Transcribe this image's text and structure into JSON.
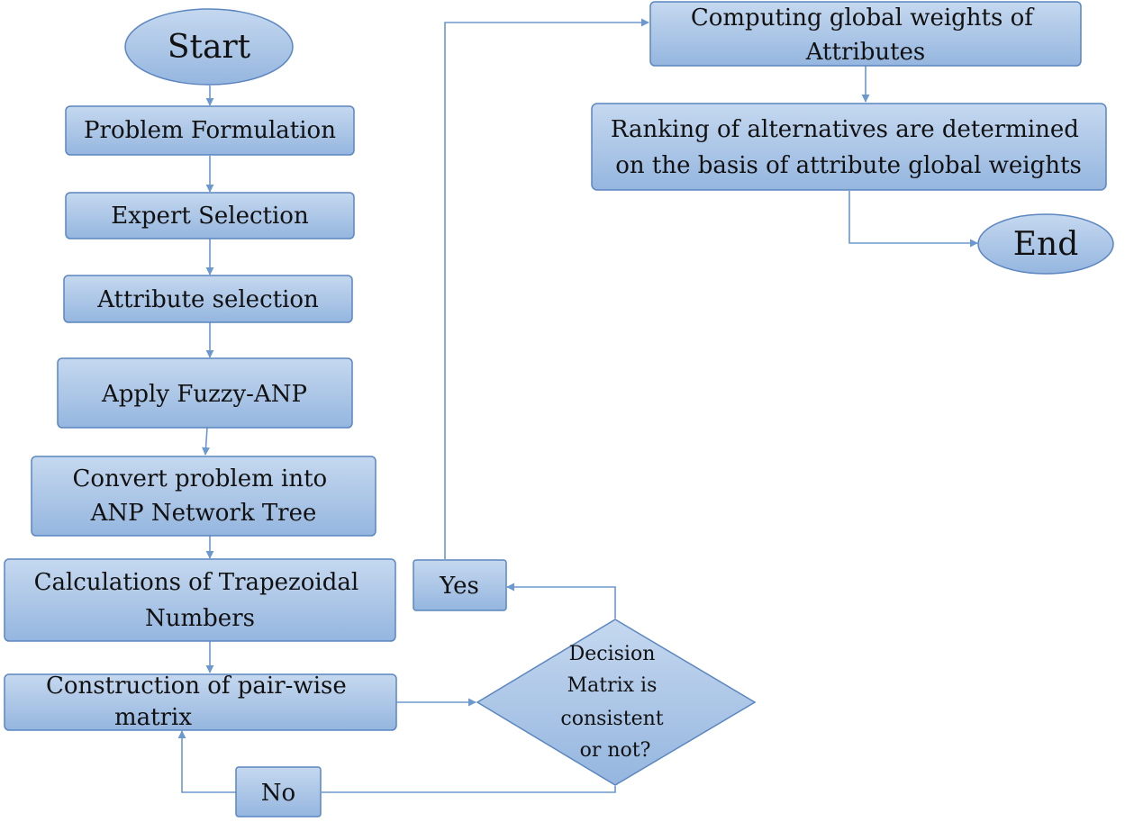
{
  "nodes": {
    "start": "Start",
    "problem_formulation": "Problem Formulation",
    "expert_selection": "Expert Selection",
    "attribute_selection": "Attribute selection",
    "apply_fuzzy_anp": "Apply Fuzzy-ANP",
    "convert_problem": [
      "Convert problem into",
      "ANP Network Tree"
    ],
    "calculations": [
      "Calculations of Trapezoidal",
      "Numbers"
    ],
    "construction": [
      "Construction of pair-wise",
      "matrix"
    ],
    "decision": [
      "Decision",
      "Matrix is",
      "consistent",
      "or not?"
    ],
    "yes": "Yes",
    "no": "No",
    "computing_weights": [
      "Computing global weights of",
      "Attributes"
    ],
    "ranking": [
      "Ranking of alternatives are determined",
      "on the basis of attribute global weights"
    ],
    "end": "End"
  },
  "colors": {
    "box_fill_top": "#c5d8ef",
    "box_fill_bottom": "#95b6df",
    "box_stroke": "#5b86c0",
    "edge": "#6b98cf"
  }
}
